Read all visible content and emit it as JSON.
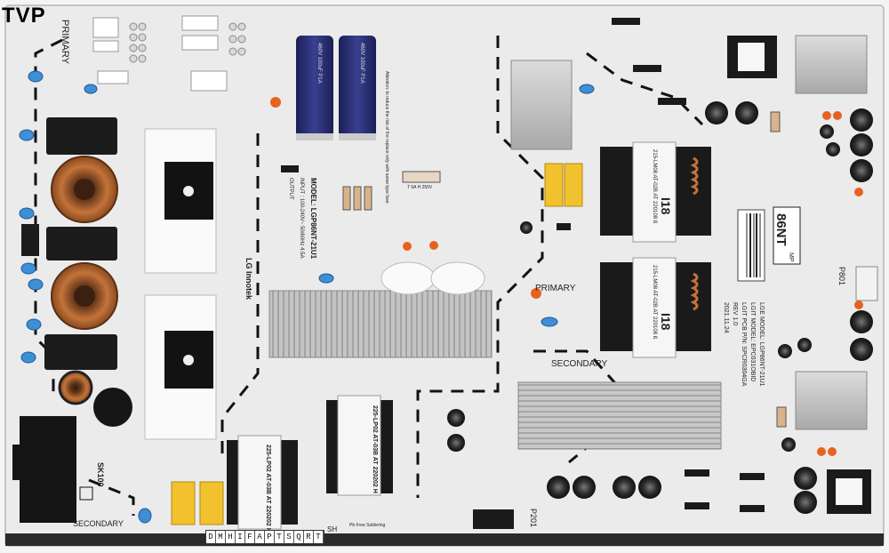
{
  "corner_logo": "TVP",
  "board": {
    "labels": {
      "primary_top": "PRIMARY",
      "primary_mid": "PRIMARY",
      "secondary_mid": "SECONDARY",
      "secondary_bottom": "SECONDARY",
      "maker": "LG Innotek",
      "badge_big": "86NT",
      "badge_small": "MP",
      "model_1": "LGE MODEL: LGP86NT-21U1",
      "model_2": "LGIT MODEL: EPC031OBID",
      "model_3": "LGIT PCB P/N: SPCR0304GA",
      "model_4": "REV 1.0",
      "model_5": "2021.11.24",
      "module": "MODEL: LGP86NT-21U1",
      "input": "INPUT : 100-240V~ 50/60Hz 4.5A",
      "output": "OUTPUT",
      "sk": "SK100",
      "p801": "P801",
      "p201": "P201",
      "sh": "SH",
      "pb": "Pb Free Soldering",
      "xfmr_a": "225-LP02 AT-03B AT 220202 H",
      "xfmr_b": "225-LP02 AT-03B AT 220202 H",
      "xfmr_c": "215-LM08 AT-02B AT 220108 ß",
      "xfmr_d": "215-LM08 AT-02B AT 220108 ß",
      "code18a": "I18",
      "code18b": "I18",
      "fuse": "T 5A H 250V",
      "warn1": "Attention: to reduce the risk of fire replace only with same type fuse",
      "cap_text": "460V 100uF P1A"
    },
    "bottom_code": [
      "D",
      "M",
      "H",
      "I",
      "F",
      "A",
      "P",
      "T",
      "S",
      "Q",
      "R",
      "T"
    ]
  },
  "colors": {
    "board": "#ebebeb",
    "silk": "#222222",
    "heatsink": "#c9c9c9",
    "capacitor": "#2b2f6e",
    "coil": "#b8652f",
    "yellow_cap": "#f2c12e",
    "blue_cap": "#3d8fd6"
  }
}
